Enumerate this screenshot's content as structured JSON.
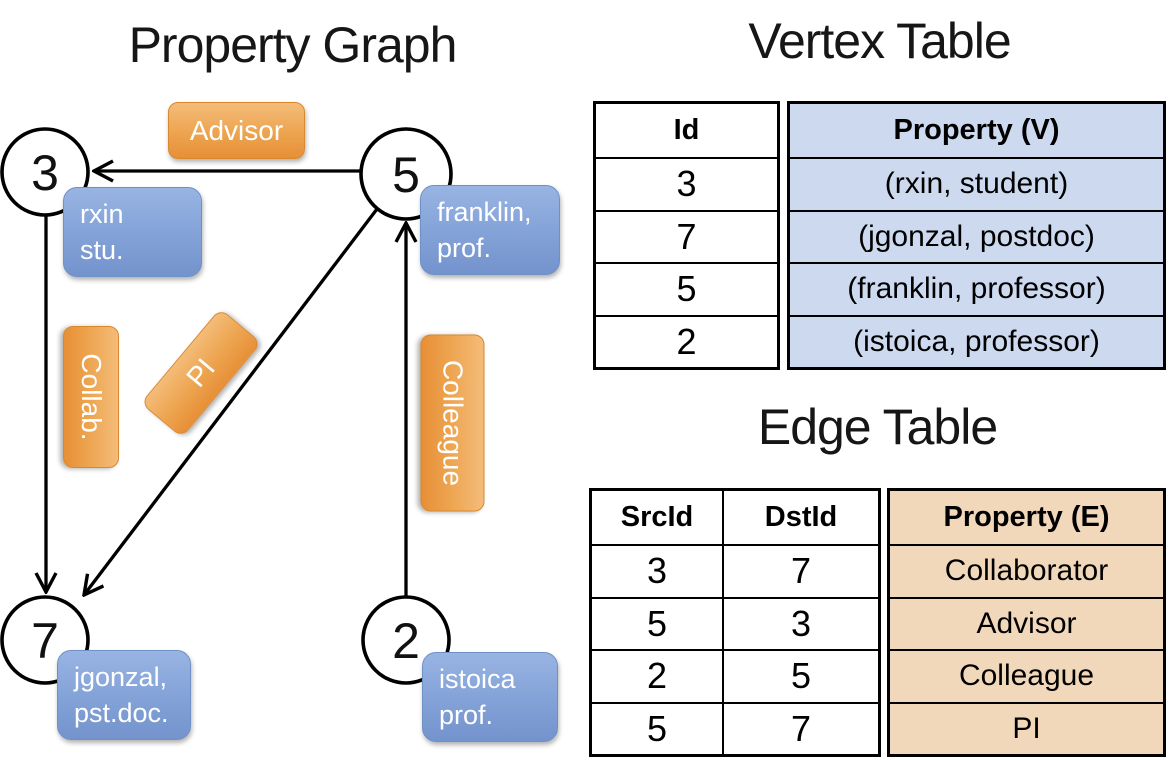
{
  "graph": {
    "title": "Property Graph",
    "nodes": [
      {
        "id": "3"
      },
      {
        "id": "5"
      },
      {
        "id": "7"
      },
      {
        "id": "2"
      }
    ],
    "vertex_boxes": [
      {
        "node": "3",
        "line1": "rxin",
        "line2": "stu."
      },
      {
        "node": "5",
        "line1": "franklin,",
        "line2": "prof."
      },
      {
        "node": "7",
        "line1": "jgonzal,",
        "line2": "pst.doc."
      },
      {
        "node": "2",
        "line1": "istoica",
        "line2": "prof."
      }
    ],
    "edge_labels": [
      {
        "edge": "5-3",
        "label": "Advisor"
      },
      {
        "edge": "3-7",
        "label": "Collab."
      },
      {
        "edge": "5-7",
        "label": "PI"
      },
      {
        "edge": "2-5",
        "label": "Colleague"
      }
    ]
  },
  "vertex_table": {
    "title": "Vertex Table",
    "headers": {
      "id": "Id",
      "property": "Property (V)"
    },
    "rows": [
      {
        "id": "3",
        "property": "(rxin, student)"
      },
      {
        "id": "7",
        "property": "(jgonzal, postdoc)"
      },
      {
        "id": "5",
        "property": "(franklin, professor)"
      },
      {
        "id": "2",
        "property": "(istoica, professor)"
      }
    ]
  },
  "edge_table": {
    "title": "Edge Table",
    "headers": {
      "src": "SrcId",
      "dst": "DstId",
      "property": "Property (E)"
    },
    "rows": [
      {
        "src": "3",
        "dst": "7",
        "property": "Collaborator"
      },
      {
        "src": "5",
        "dst": "3",
        "property": "Advisor"
      },
      {
        "src": "2",
        "dst": "5",
        "property": "Colleague"
      },
      {
        "src": "5",
        "dst": "7",
        "property": "PI"
      }
    ]
  },
  "colors": {
    "edge_label_orange": "#eda44f",
    "vertex_box_blue": "#84a3d8",
    "vertex_table_property_fill": "#ccd9ef",
    "edge_table_property_fill": "#f2d8ba",
    "line_color": "#000000",
    "background": "#ffffff"
  }
}
